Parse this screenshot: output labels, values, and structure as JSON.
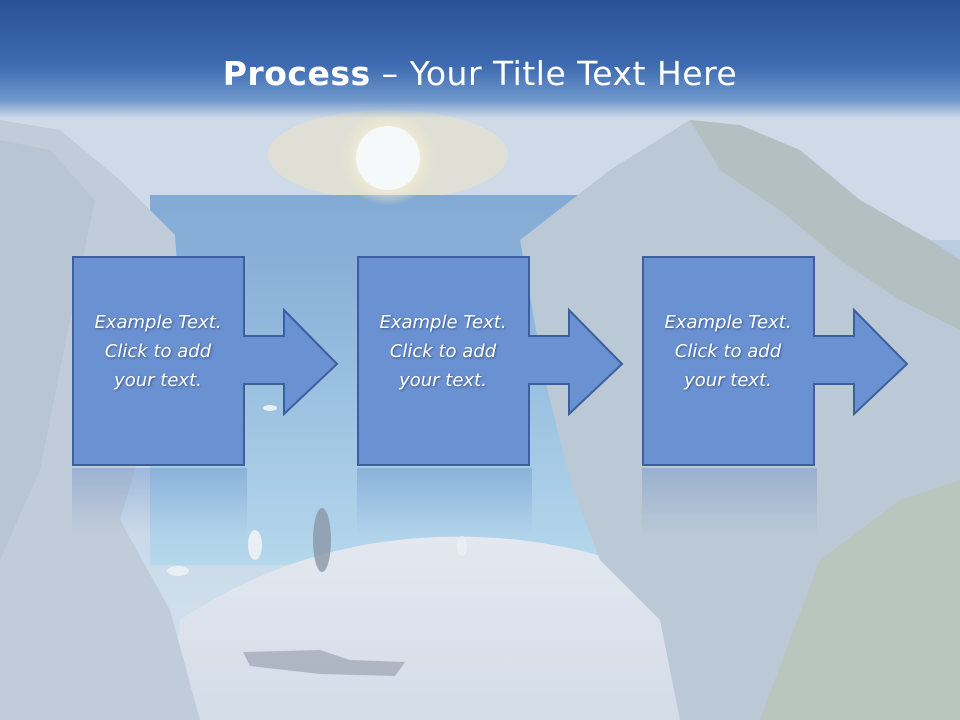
{
  "slide": {
    "title_bold": "Process",
    "title_dash": " – ",
    "title_rest": "Your Title Text Here"
  },
  "steps": [
    {
      "lines": [
        "Example Text.",
        "Click  to add",
        "your text."
      ]
    },
    {
      "lines": [
        "Example Text.",
        "Click  to add",
        "your text."
      ]
    },
    {
      "lines": [
        "Example Text.",
        "Click  to add",
        "your text."
      ]
    }
  ],
  "colors": {
    "title_bar": "#2b5297",
    "box_fill": "#6a91d1",
    "box_stroke": "#3c5f9e",
    "text": "#ffffff"
  },
  "icons": {
    "step_shape": "arrow-callout-right"
  }
}
